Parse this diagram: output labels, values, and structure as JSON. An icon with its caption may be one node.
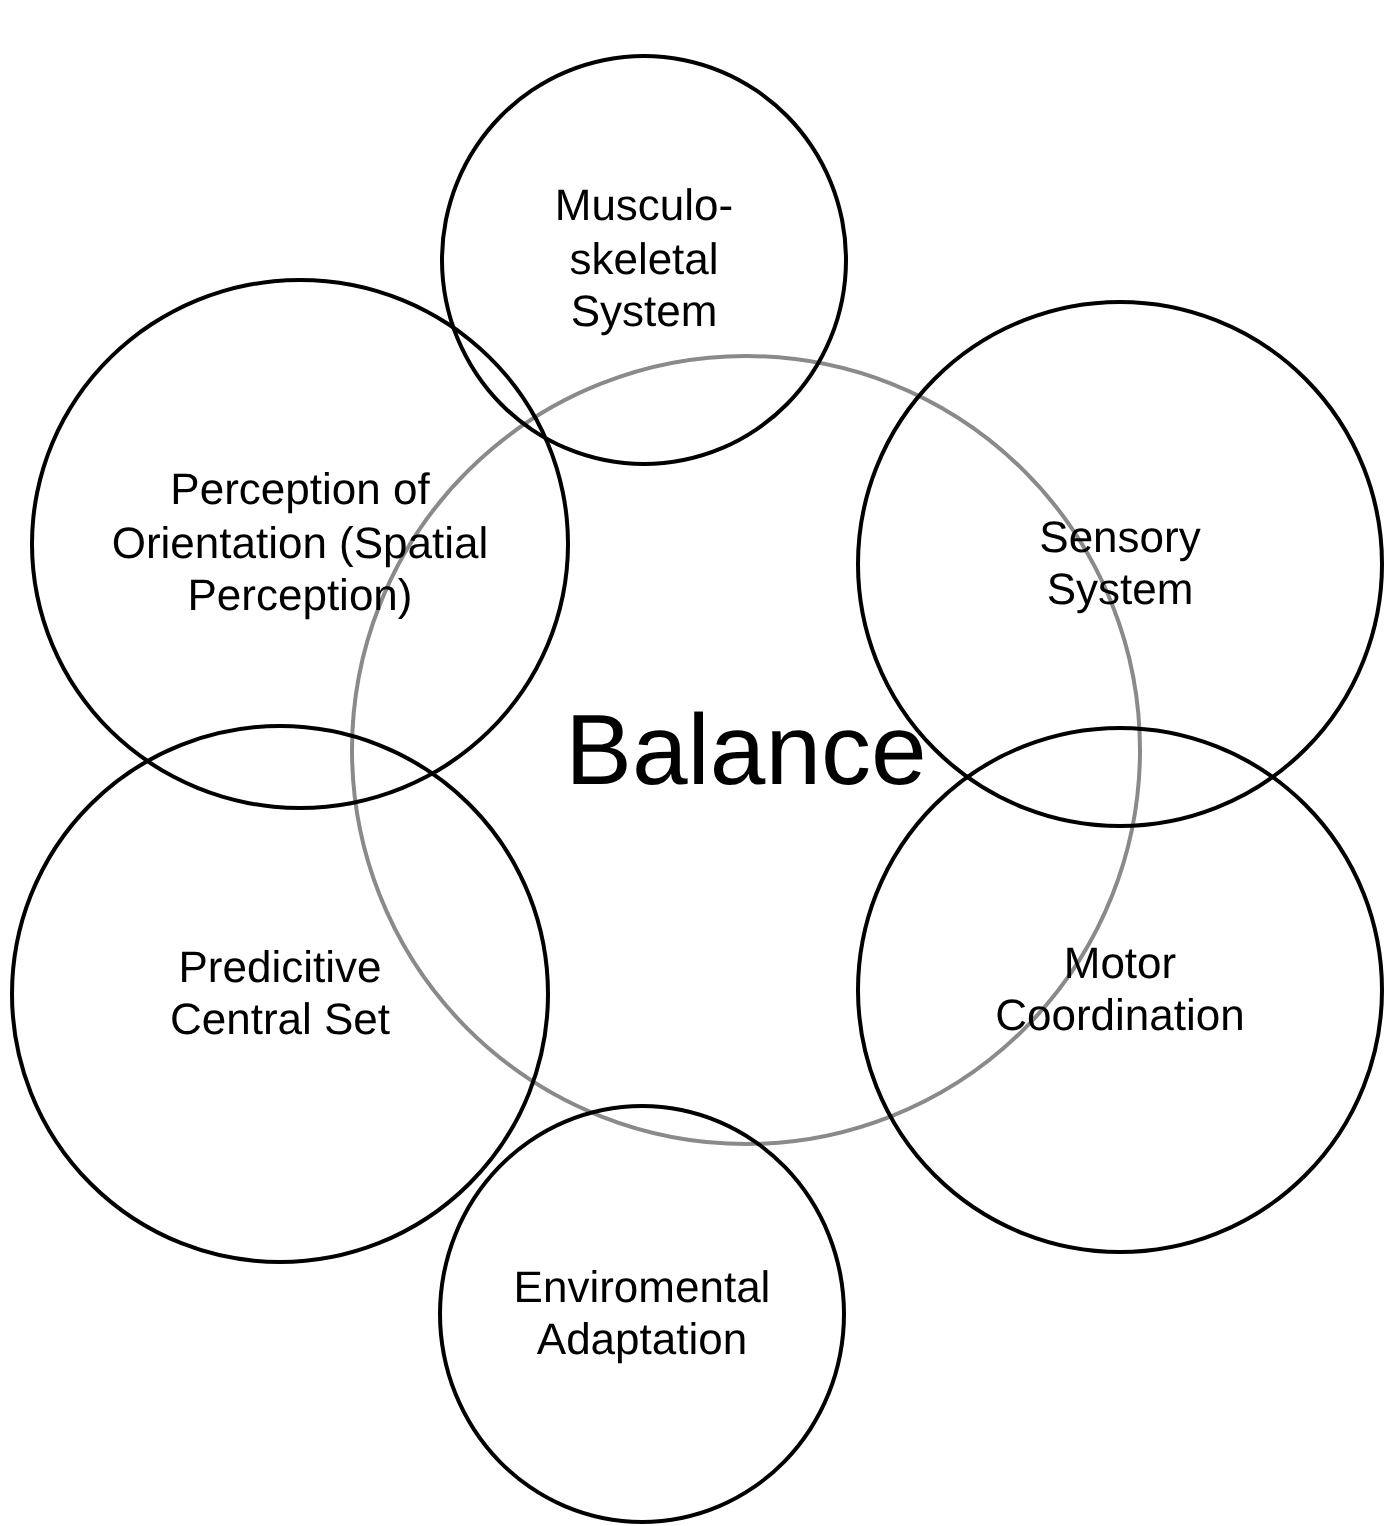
{
  "diagram": {
    "nodes": [
      {
        "text": [
          "Balance"
        ]
      },
      {
        "text": [
          "Musculo- skeletal System"
        ]
      },
      {
        "text": [
          "Sensory System"
        ]
      },
      {
        "text": [
          "Motor Coordination"
        ]
      },
      {
        "text": [
          "Enviromental Adaptation"
        ]
      },
      {
        "text": [
          "Predicitive Central Set"
        ]
      },
      {
        "text": [
          "Perception of Orientation (Spatial Perception)"
        ]
      }
    ]
  }
}
